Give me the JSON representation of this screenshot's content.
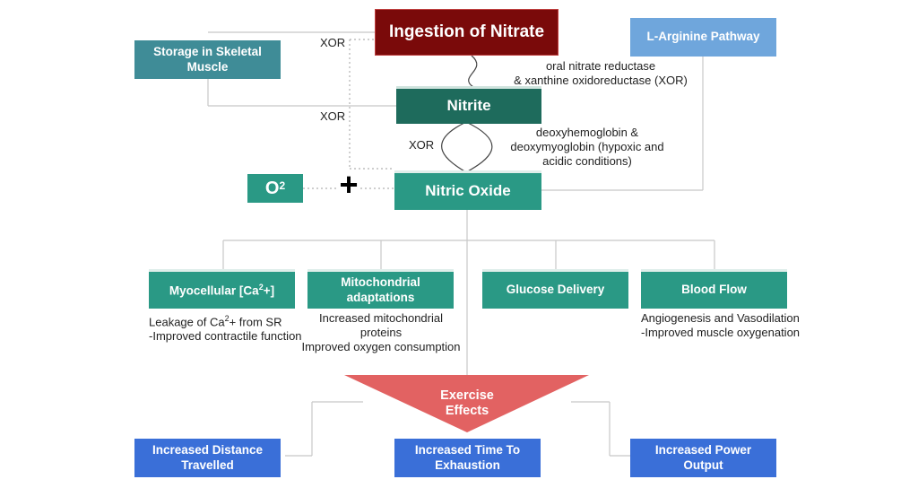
{
  "nodes": {
    "ingestion": "Ingestion of Nitrate",
    "storage_line1": "Storage in Skeletal",
    "storage_line2": "Muscle",
    "larginine": "L-Arginine Pathway",
    "nitrite": "Nitrite",
    "nitric_oxide": "Nitric Oxide",
    "o2_base": "O",
    "o2_sup": "2",
    "plus": "+"
  },
  "labels": {
    "xor_top": "XOR",
    "xor_mid": "XOR",
    "xor_left": "XOR",
    "reductase_line1": "oral nitrate reductase",
    "reductase_line2": "& xanthine oxidoreductase (XOR)",
    "deoxy_line1": "deoxyhemoglobin &",
    "deoxy_line2": "deoxymyoglobin (hypoxic and",
    "deoxy_line3": "acidic conditions)"
  },
  "effects": {
    "myocellular_pre": "Myocellular [Ca",
    "myocellular_sup": "2",
    "myocellular_post": "+]",
    "mito_line1": "Mitochondrial",
    "mito_line2": "adaptations",
    "glucose": "Glucose Delivery",
    "bloodflow": "Blood Flow"
  },
  "descriptions": {
    "myo_line1_pre": "Leakage of Ca",
    "myo_line1_sup": "2",
    "myo_line1_post": "+ from SR",
    "myo_line2": "-Improved contractile function",
    "mito_line1": "Increased mitochondrial",
    "mito_line2": "proteins",
    "mito_line3": "Improved oxygen consumption",
    "blood_line1": "Angiogenesis and Vasodilation",
    "blood_line2": "-Improved muscle oxygenation"
  },
  "exercise": {
    "line1": "Exercise",
    "line2": "Effects"
  },
  "outcomes": {
    "distance_line1": "Increased Distance",
    "distance_line2": "Travelled",
    "time_line1": "Increased Time To",
    "time_line2": "Exhaustion",
    "power_line1": "Increased Power",
    "power_line2": "Output"
  },
  "colors": {
    "ingestion": "#7a0a0a",
    "storage": "#3f8c97",
    "larginine": "#6fa6dc",
    "nitrite": "#1e6b5c",
    "teal": "#2a9985",
    "exercise": "#e06060",
    "outcome": "#3a6fd8"
  }
}
